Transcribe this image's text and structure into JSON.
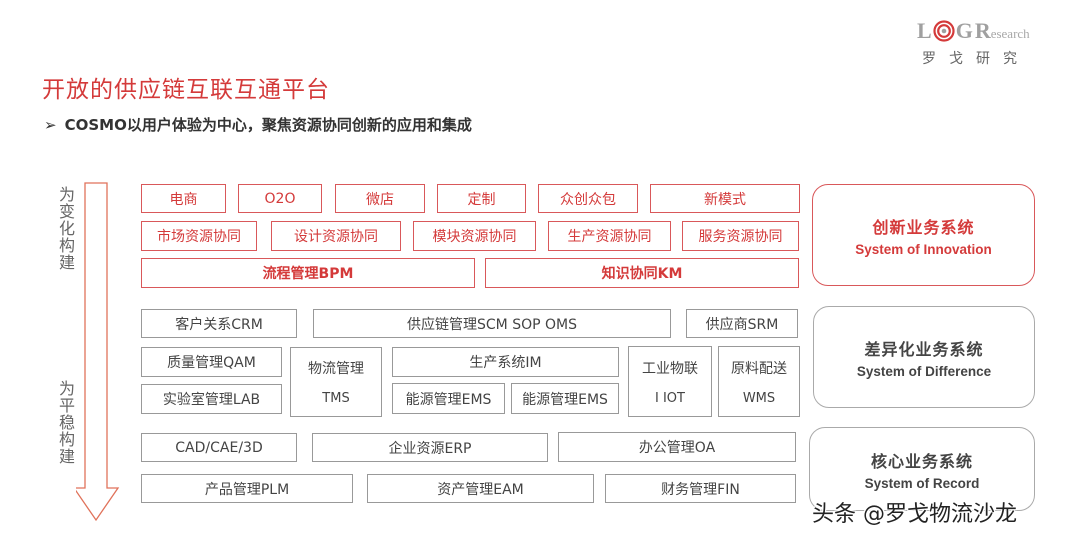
{
  "logo": {
    "letters": {
      "L": "L",
      "G": "G",
      "R": "R",
      "esearch": "esearch"
    },
    "cn": "罗戈研究",
    "ring_color": "#d43a3a"
  },
  "header": {
    "title": "开放的供应链互联互通平台",
    "subtitle_bullet": "➢",
    "subtitle": "COSMO以用户体验为中心，聚焦资源协同创新的应用和集成"
  },
  "arrow": {
    "top_label": "为变化构建",
    "bottom_label": "为平稳构建",
    "color": "#e0725a"
  },
  "innovation_layer": {
    "row1": [
      "电商",
      "O2O",
      "微店",
      "定制",
      "众创众包",
      "新模式"
    ],
    "row2": [
      "市场资源协同",
      "设计资源协同",
      "模块资源协同",
      "生产资源协同",
      "服务资源协同"
    ],
    "row3": [
      "流程管理BPM",
      "知识协同KM"
    ],
    "panel": {
      "cn": "创新业务系统",
      "en": "System of Innovation"
    },
    "color": "#d43a3a"
  },
  "difference_layer": {
    "crm": "客户关系CRM",
    "scm": "供应链管理SCM SOP OMS",
    "srm": "供应商SRM",
    "qam": "质量管理QAM",
    "lab": "实验室管理LAB",
    "tms": {
      "cn": "物流管理",
      "en": "TMS"
    },
    "im": "生产系统IM",
    "ems1": "能源管理EMS",
    "ems2": "能源管理EMS",
    "iiot": {
      "cn": "工业物联",
      "en": "I IOT"
    },
    "wms": {
      "cn": "原料配送",
      "en": "WMS"
    },
    "panel": {
      "cn": "差异化业务系统",
      "en": "System of Difference"
    }
  },
  "record_layer": {
    "row1": [
      "CAD/CAE/3D",
      "企业资源ERP",
      "办公管理OA"
    ],
    "row2": [
      "产品管理PLM",
      "资产管理EAM",
      "财务管理FIN"
    ],
    "panel": {
      "cn": "核心业务系统",
      "en": "System of Record"
    }
  },
  "watermark": "头条 @罗戈物流沙龙"
}
